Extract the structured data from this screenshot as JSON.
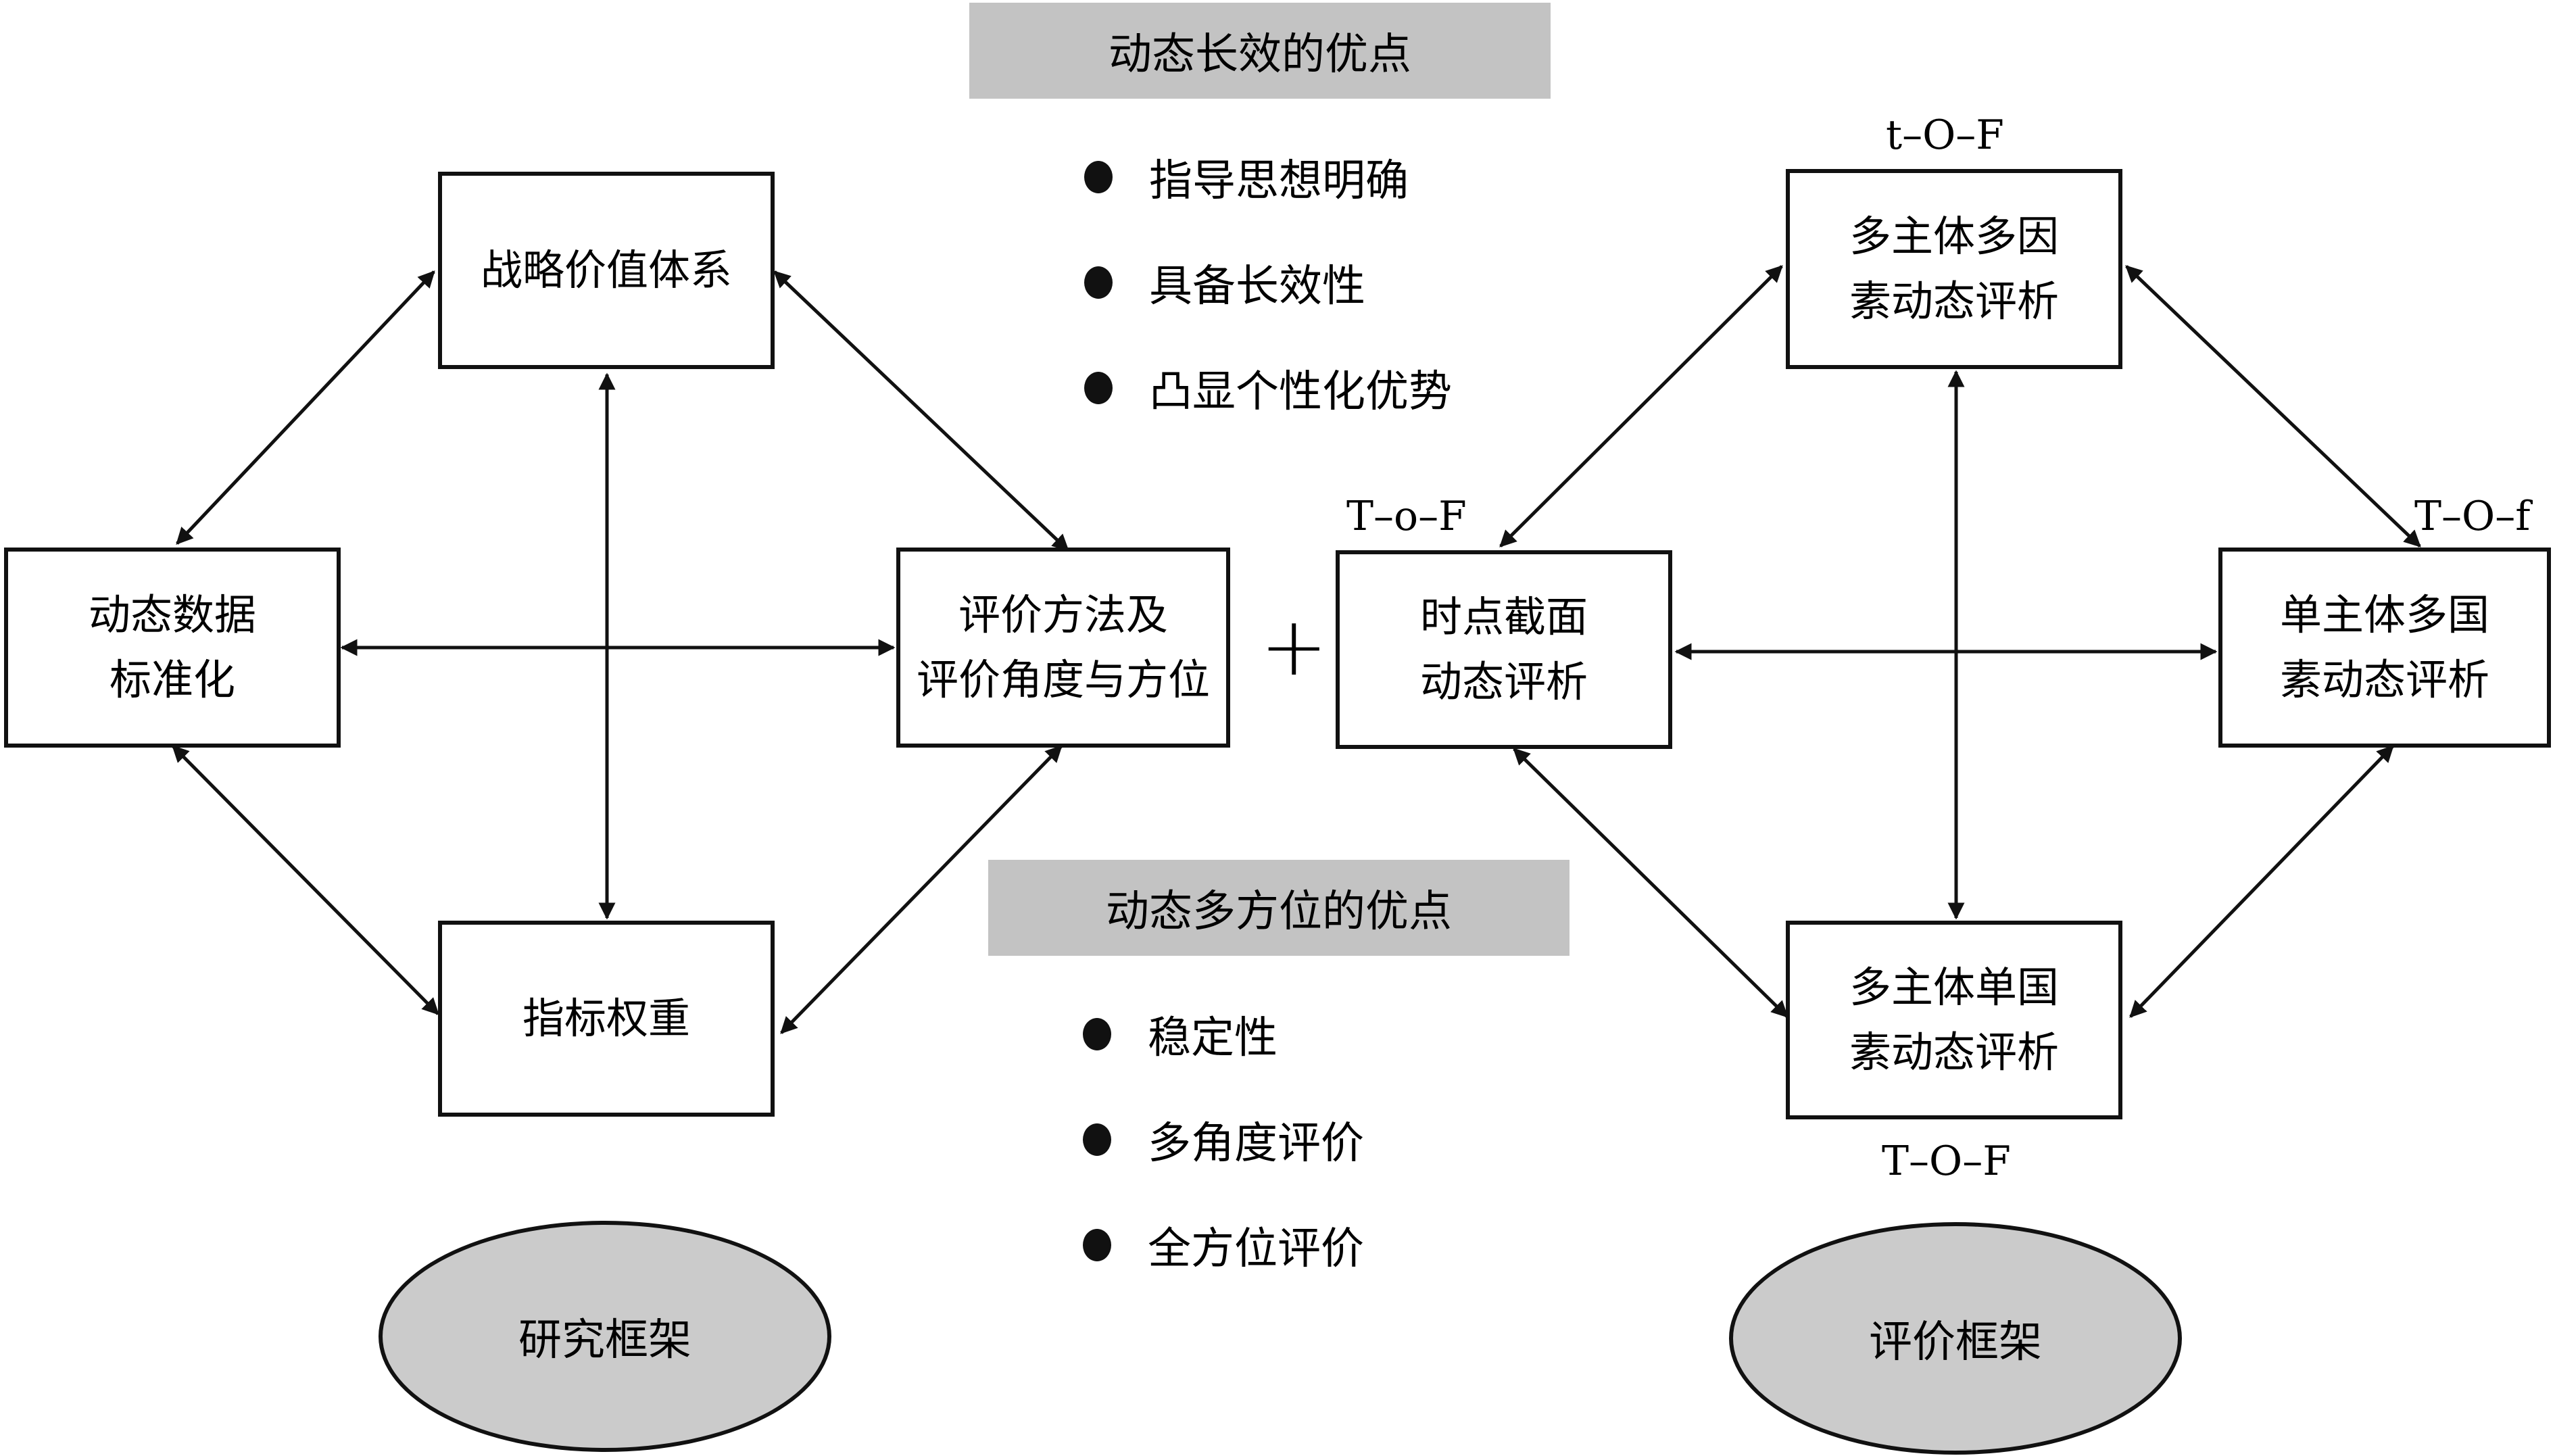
{
  "left_framework": {
    "top_box": [
      "战略价值体系"
    ],
    "left_box": [
      "动态数据",
      "标准化"
    ],
    "right_box": [
      "评价方法及",
      "评价角度与方位"
    ],
    "bottom_box": [
      "指标权重"
    ],
    "ellipse_label": "研究框架"
  },
  "advantages_long_term": {
    "title": "动态长效的优点",
    "items": [
      "指导思想明确",
      "具备长效性",
      "凸显个性化优势"
    ]
  },
  "advantages_multi_direction": {
    "title": "动态多方位的优点",
    "items": [
      "稳定性",
      "多角度评价",
      "全方位评价"
    ]
  },
  "plus_sign": "+",
  "right_framework": {
    "top_box": [
      "多主体多因",
      "素动态评析"
    ],
    "left_box": [
      "时点截面",
      "动态评析"
    ],
    "right_box": [
      "单主体多国",
      "素动态评析"
    ],
    "bottom_box": [
      "多主体单国",
      "素动态评析"
    ],
    "tag_top": "t–O–F",
    "tag_left": "T–o–F",
    "tag_right": "T–O–f",
    "tag_bottom": "T–O–F",
    "ellipse_label": "评价框架"
  },
  "colors": {
    "banner_fill": "#c3c3c3",
    "ellipse_fill": "#cbcbcb",
    "stroke": "#111111"
  }
}
